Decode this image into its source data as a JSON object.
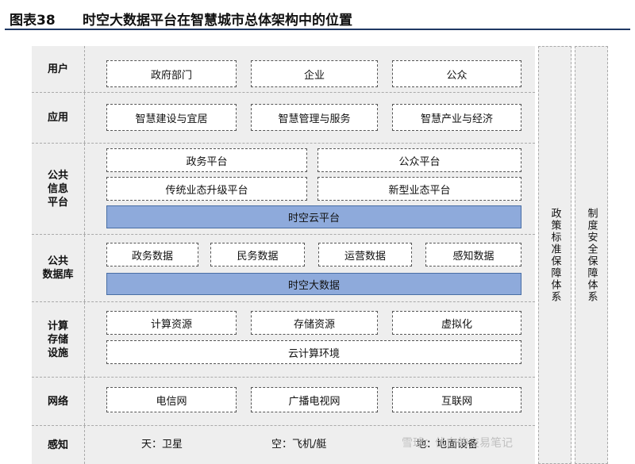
{
  "figure": {
    "label": "图表38",
    "title": "时空大数据平台在智慧城市总体架构中的位置"
  },
  "rows": {
    "user": {
      "label": "用户",
      "items": [
        "政府部门",
        "企业",
        "公众"
      ]
    },
    "app": {
      "label": "应用",
      "items": [
        "智慧建设与宜居",
        "智慧管理与服务",
        "智慧产业与经济"
      ]
    },
    "platform": {
      "label": "公共\n信息\n平台",
      "items": [
        "政务平台",
        "公众平台",
        "传统业态升级平台",
        "新型业态平台"
      ],
      "bar": "时空云平台"
    },
    "database": {
      "label": "公共\n数据库",
      "items": [
        "政务数据",
        "民务数据",
        "运营数据",
        "感知数据"
      ],
      "bar": "时空大数据"
    },
    "compute": {
      "label": "计算\n存储\n设施",
      "items": [
        "计算资源",
        "存储资源",
        "虚拟化"
      ],
      "bar": "云计算环境"
    },
    "network": {
      "label": "网络",
      "items": [
        "电信网",
        "广播电视网",
        "互联网"
      ]
    },
    "sensing": {
      "label": "感知",
      "items": [
        "天：卫星",
        "空：飞机/艇",
        "地：地面设备"
      ]
    }
  },
  "side_panels": [
    "政策标准保障体系",
    "制度安全保障体系"
  ],
  "watermark": "雪球：伏白的交易笔记"
}
